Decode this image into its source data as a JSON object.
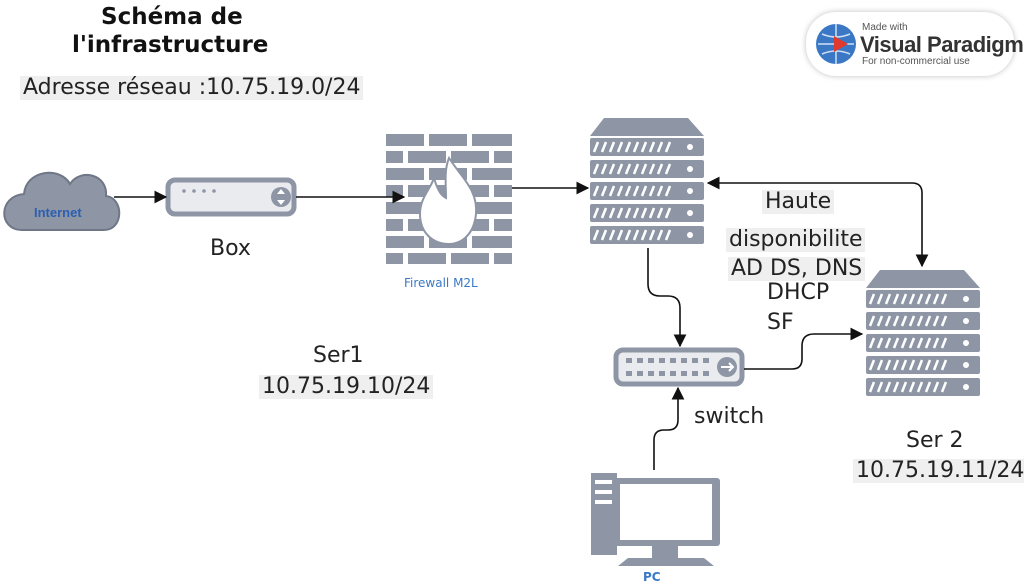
{
  "title": {
    "line1": "Schéma de",
    "line2": "l'infrastructure"
  },
  "network_address": "Adresse réseau :10.75.19.0/24",
  "watermark": {
    "made_with": "Made with",
    "brand": "Visual Paradigm",
    "sub": "For non-commercial use"
  },
  "nodes": {
    "internet": {
      "label": "Internet"
    },
    "box": {
      "label": "Box"
    },
    "firewall": {
      "label": "Firewall M2L"
    },
    "ser1": {
      "name": "Ser1",
      "ip": "10.75.19.10/24"
    },
    "ser2": {
      "name": "Ser 2",
      "ip": "10.75.19.11/24"
    },
    "switch": {
      "label": "switch"
    },
    "pc": {
      "label": "PC"
    }
  },
  "annotation": {
    "line1": "Haute",
    "line2": "disponibilite",
    "line3": "AD DS, DNS",
    "line4": "DHCP",
    "line5": "SF"
  },
  "colors": {
    "device": "#8e96a6",
    "device_light": "#e9ebef",
    "cloud": "#8e96a6",
    "firewall_brick": "#8e96a6",
    "link": "#111111",
    "accent_blue": "#3a78c6"
  }
}
